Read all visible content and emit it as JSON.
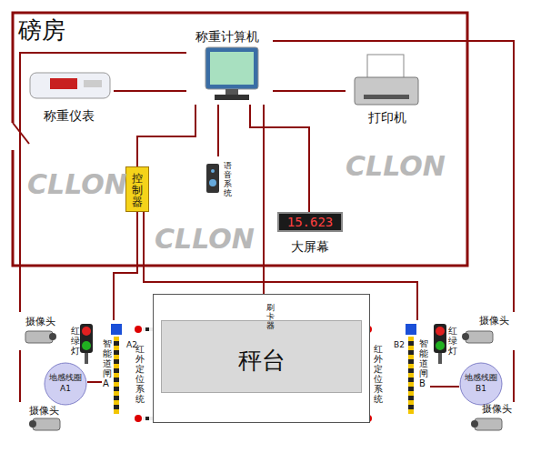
{
  "diagram": {
    "nodes": [
      {
        "text": [
          "磅房"
        ]
      },
      {
        "text": [
          "称重仪表"
        ],
        "in": 0
      },
      {
        "text": [
          "称重计算机"
        ],
        "in": 0
      },
      {
        "text": [
          "打印机"
        ],
        "in": 0
      },
      {
        "text": [
          "语音系统"
        ],
        "in": 0
      },
      {
        "text": [
          "控制器"
        ],
        "in": 0
      },
      {
        "text": [
          "15.623",
          "大屏幕"
        ],
        "in": 0
      },
      {
        "text": [
          "秤台"
        ]
      },
      {
        "text": [
          "刷卡器"
        ],
        "in": 7
      },
      {
        "text": [
          "摄像头"
        ]
      },
      {
        "text": [
          "红绿灯"
        ]
      },
      {
        "text": [
          "智能道闸A"
        ]
      },
      {
        "text": [
          "地感线圈 A1"
        ]
      },
      {
        "text": [
          "摄像头"
        ]
      },
      {
        "text": [
          "智能道闸B"
        ]
      },
      {
        "text": [
          "红绿灯"
        ]
      },
      {
        "text": [
          "摄像头"
        ]
      },
      {
        "text": [
          "地感线圈 B1"
        ]
      },
      {
        "text": [
          "摄像头"
        ]
      }
    ],
    "edges": [
      {
        "from": 1,
        "to": 2,
        "arrow": "none"
      },
      {
        "from": 2,
        "to": 3,
        "arrow": "none"
      },
      {
        "from": 2,
        "to": 4,
        "arrow": "none"
      },
      {
        "from": 2,
        "to": 6,
        "arrow": "none"
      },
      {
        "from": 2,
        "to": 5,
        "arrow": "none"
      },
      {
        "from": 5,
        "to": 11,
        "arrow": "none"
      },
      {
        "from": 5,
        "to": 14,
        "arrow": "none"
      },
      {
        "from": 2,
        "to": 8,
        "arrow": "none"
      },
      {
        "from": 2,
        "to": 9,
        "arrow": "none"
      },
      {
        "from": 9,
        "to": 13,
        "arrow": "none"
      },
      {
        "from": 2,
        "to": 16,
        "arrow": "none"
      },
      {
        "from": 16,
        "to": 18,
        "arrow": "none"
      },
      {
        "from": 12,
        "to": 11,
        "arrow": "none"
      },
      {
        "from": 17,
        "to": 14,
        "arrow": "none"
      }
    ],
    "labels": [
      "红外定位系统",
      "红外定位系统",
      "A2",
      "B2",
      "CLLON",
      "CLLON",
      "CLLON"
    ]
  }
}
